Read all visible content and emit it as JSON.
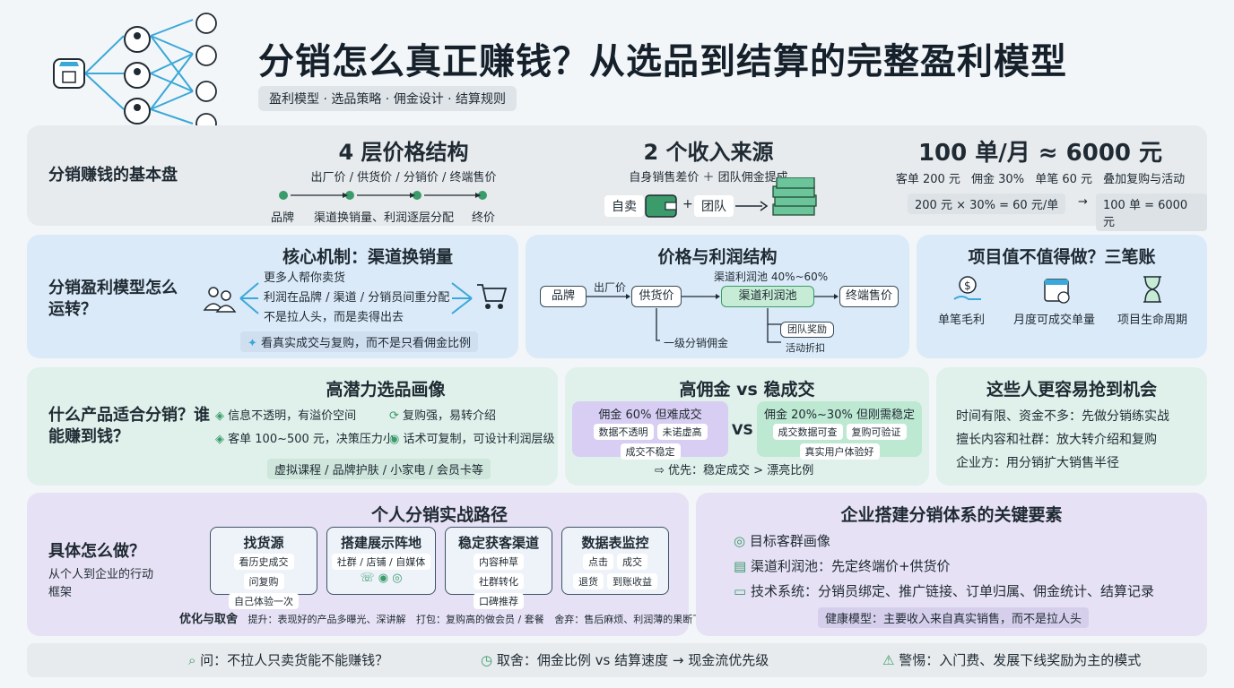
{
  "header": {
    "title": "分销怎么真正赚钱？从选品到结算的完整盈利模型",
    "subtitle": "盈利模型 · 选品策略 · 佣金设计 · 结算规则"
  },
  "basics": {
    "label": "分销赚钱的基本盘",
    "price": {
      "title": "4 层价格结构",
      "sub": "出厂价 / 供货价 / 分销价 / 终端售价",
      "start": "品牌",
      "mid": "渠道换销量、利润逐层分配",
      "end": "终价"
    },
    "income": {
      "title": "2 个收入来源",
      "sub": "自身销售差价 ＋ 团队佣金提成",
      "self": "自卖",
      "team": "团队"
    },
    "calc": {
      "title": "100 单/月 ≈ 6000 元",
      "parts": [
        "客单 200 元",
        "佣金 30%",
        "单笔 60 元",
        "叠加复购与活动"
      ],
      "formula1": "200 元 × 30% = 60 元/单",
      "formula2": "100 单 = 6000 元"
    }
  },
  "model": {
    "label": "分销盈利模型怎么运转？",
    "core": {
      "title": "核心机制：渠道换销量",
      "lines": [
        "更多人帮你卖货",
        "利润在品牌 / 渠道 / 分销员间重分配",
        "不是拉人头，而是卖得出去"
      ],
      "note": "看真实成交与复购，而不是只看佣金比例"
    },
    "structure": {
      "title": "价格与利润结构",
      "range": "渠道利润池 40%~60%",
      "brand": "品牌",
      "factory": "出厂价",
      "supply": "供货价",
      "pool": "渠道利润池",
      "retail": "终端售价",
      "team_bonus": "团队奖励",
      "discount": "活动折扣",
      "first_level": "一级分销佣金"
    },
    "ledger": {
      "title": "项目值不值得做？三笔账",
      "items": [
        "单笔毛利",
        "月度可成交单量",
        "项目生命周期"
      ]
    }
  },
  "product": {
    "label": "什么产品适合分销？谁能赚到钱？",
    "profile": {
      "title": "高潜力选品画像",
      "items": [
        "信息不透明，有溢价空间",
        "复购强，易转介绍",
        "客单 100~500 元，决策压力小",
        "话术可复制，可设计利润层级"
      ],
      "examples": "虚拟课程 / 品牌护肤 / 小家电 / 会员卡等"
    },
    "compare": {
      "title": "高佣金 vs 稳成交",
      "left_title": "佣金 60% 但难成交",
      "left_tags": [
        "数据不透明",
        "未诺虚高",
        "成交不稳定"
      ],
      "vs": "VS",
      "right_title": "佣金 20%~30% 但刚需稳定",
      "right_tags": [
        "成交数据可查",
        "复购可验证",
        "真实用户体验好"
      ],
      "priority": "优先：稳定成交 > 漂亮比例"
    },
    "people": {
      "title": "这些人更容易抢到机会",
      "lines": [
        "时间有限、资金不多：先做分销练实战",
        "擅长内容和社群：放大转介绍和复购",
        "企业方：用分销扩大销售半径"
      ]
    }
  },
  "action": {
    "label": "具体怎么做？",
    "sublabel": "从个人到企业的行动框架",
    "personal": {
      "title": "个人分销实战路径",
      "cards": [
        {
          "title": "找货源",
          "tags": [
            "看历史成交",
            "问复购",
            "自己体验一次"
          ]
        },
        {
          "title": "搭建展示阵地",
          "tags": [
            "社群 / 店铺 / 自媒体"
          ]
        },
        {
          "title": "稳定获客渠道",
          "tags": [
            "内容种草",
            "社群转化",
            "口碑推荐"
          ]
        },
        {
          "title": "数据表监控",
          "tags": [
            "点击",
            "成交",
            "退货",
            "到账收益"
          ]
        }
      ],
      "opt_label": "优化与取舍",
      "opt_items": [
        "提升：表现好的产品多曝光、深讲解",
        "打包：复购高的做会员 / 套餐",
        "舍弃：售后麻烦、利润薄的果断下架"
      ]
    },
    "enterprise": {
      "title": "企业搭建分销体系的关键要素",
      "items": [
        "目标客群画像",
        "渠道利润池：先定终端价+供货价",
        "技术系统：分销员绑定、推广链接、订单归属、佣金统计、结算记录"
      ],
      "health": "健康模型：主要收入来自真实销售，而不是拉人头"
    }
  },
  "footer": {
    "items": [
      "问：不拉人只卖货能不能赚钱？",
      "取舍：佣金比例 vs 结算速度 → 现金流优先级",
      "警惕：入门费、发展下线奖励为主的模式"
    ]
  }
}
